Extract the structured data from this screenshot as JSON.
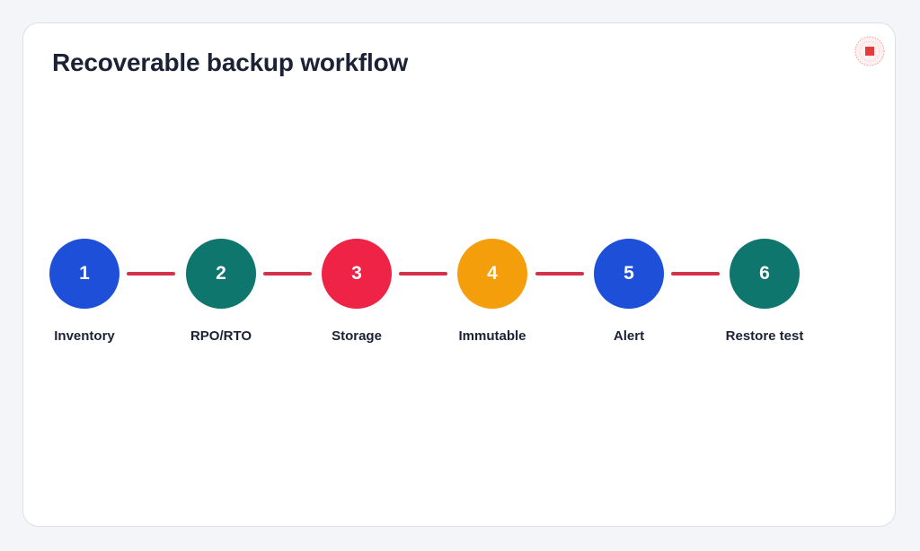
{
  "title": "Recoverable backup workflow",
  "badge_icon": "stop-square-icon",
  "connector_color": "#d43248",
  "steps": [
    {
      "number": "1",
      "label": "Inventory",
      "color": "#1e4fd8"
    },
    {
      "number": "2",
      "label": "RPO/RTO",
      "color": "#0f766e"
    },
    {
      "number": "3",
      "label": "Storage",
      "color": "#ee2346"
    },
    {
      "number": "4",
      "label": "Immutable",
      "color": "#f59e0b"
    },
    {
      "number": "5",
      "label": "Alert",
      "color": "#1e4fd8"
    },
    {
      "number": "6",
      "label": "Restore test",
      "color": "#0f766e"
    }
  ]
}
